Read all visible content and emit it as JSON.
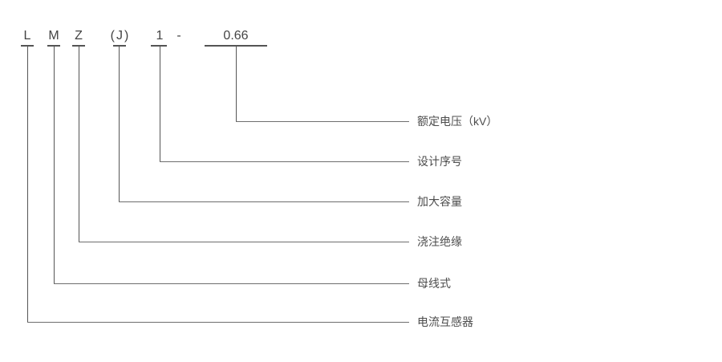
{
  "diagram": {
    "title_meaning": "model designation explanation",
    "code": {
      "segments": [
        {
          "text": "L"
        },
        {
          "text": "M"
        },
        {
          "text": "Z"
        },
        {
          "text": "(J)"
        },
        {
          "text": "1"
        },
        {
          "text": "-"
        },
        {
          "text": "0.66"
        }
      ]
    },
    "callouts": [
      {
        "label": "额定电压（kV）"
      },
      {
        "label": "设计序号"
      },
      {
        "label": "加大容量"
      },
      {
        "label": "浇注绝缘"
      },
      {
        "label": "母线式"
      },
      {
        "label": "电流互感器"
      }
    ],
    "colors": {
      "background": "#ffffff",
      "line": "#555555",
      "code_text": "#444444",
      "label_text": "#4d4d4d"
    }
  }
}
